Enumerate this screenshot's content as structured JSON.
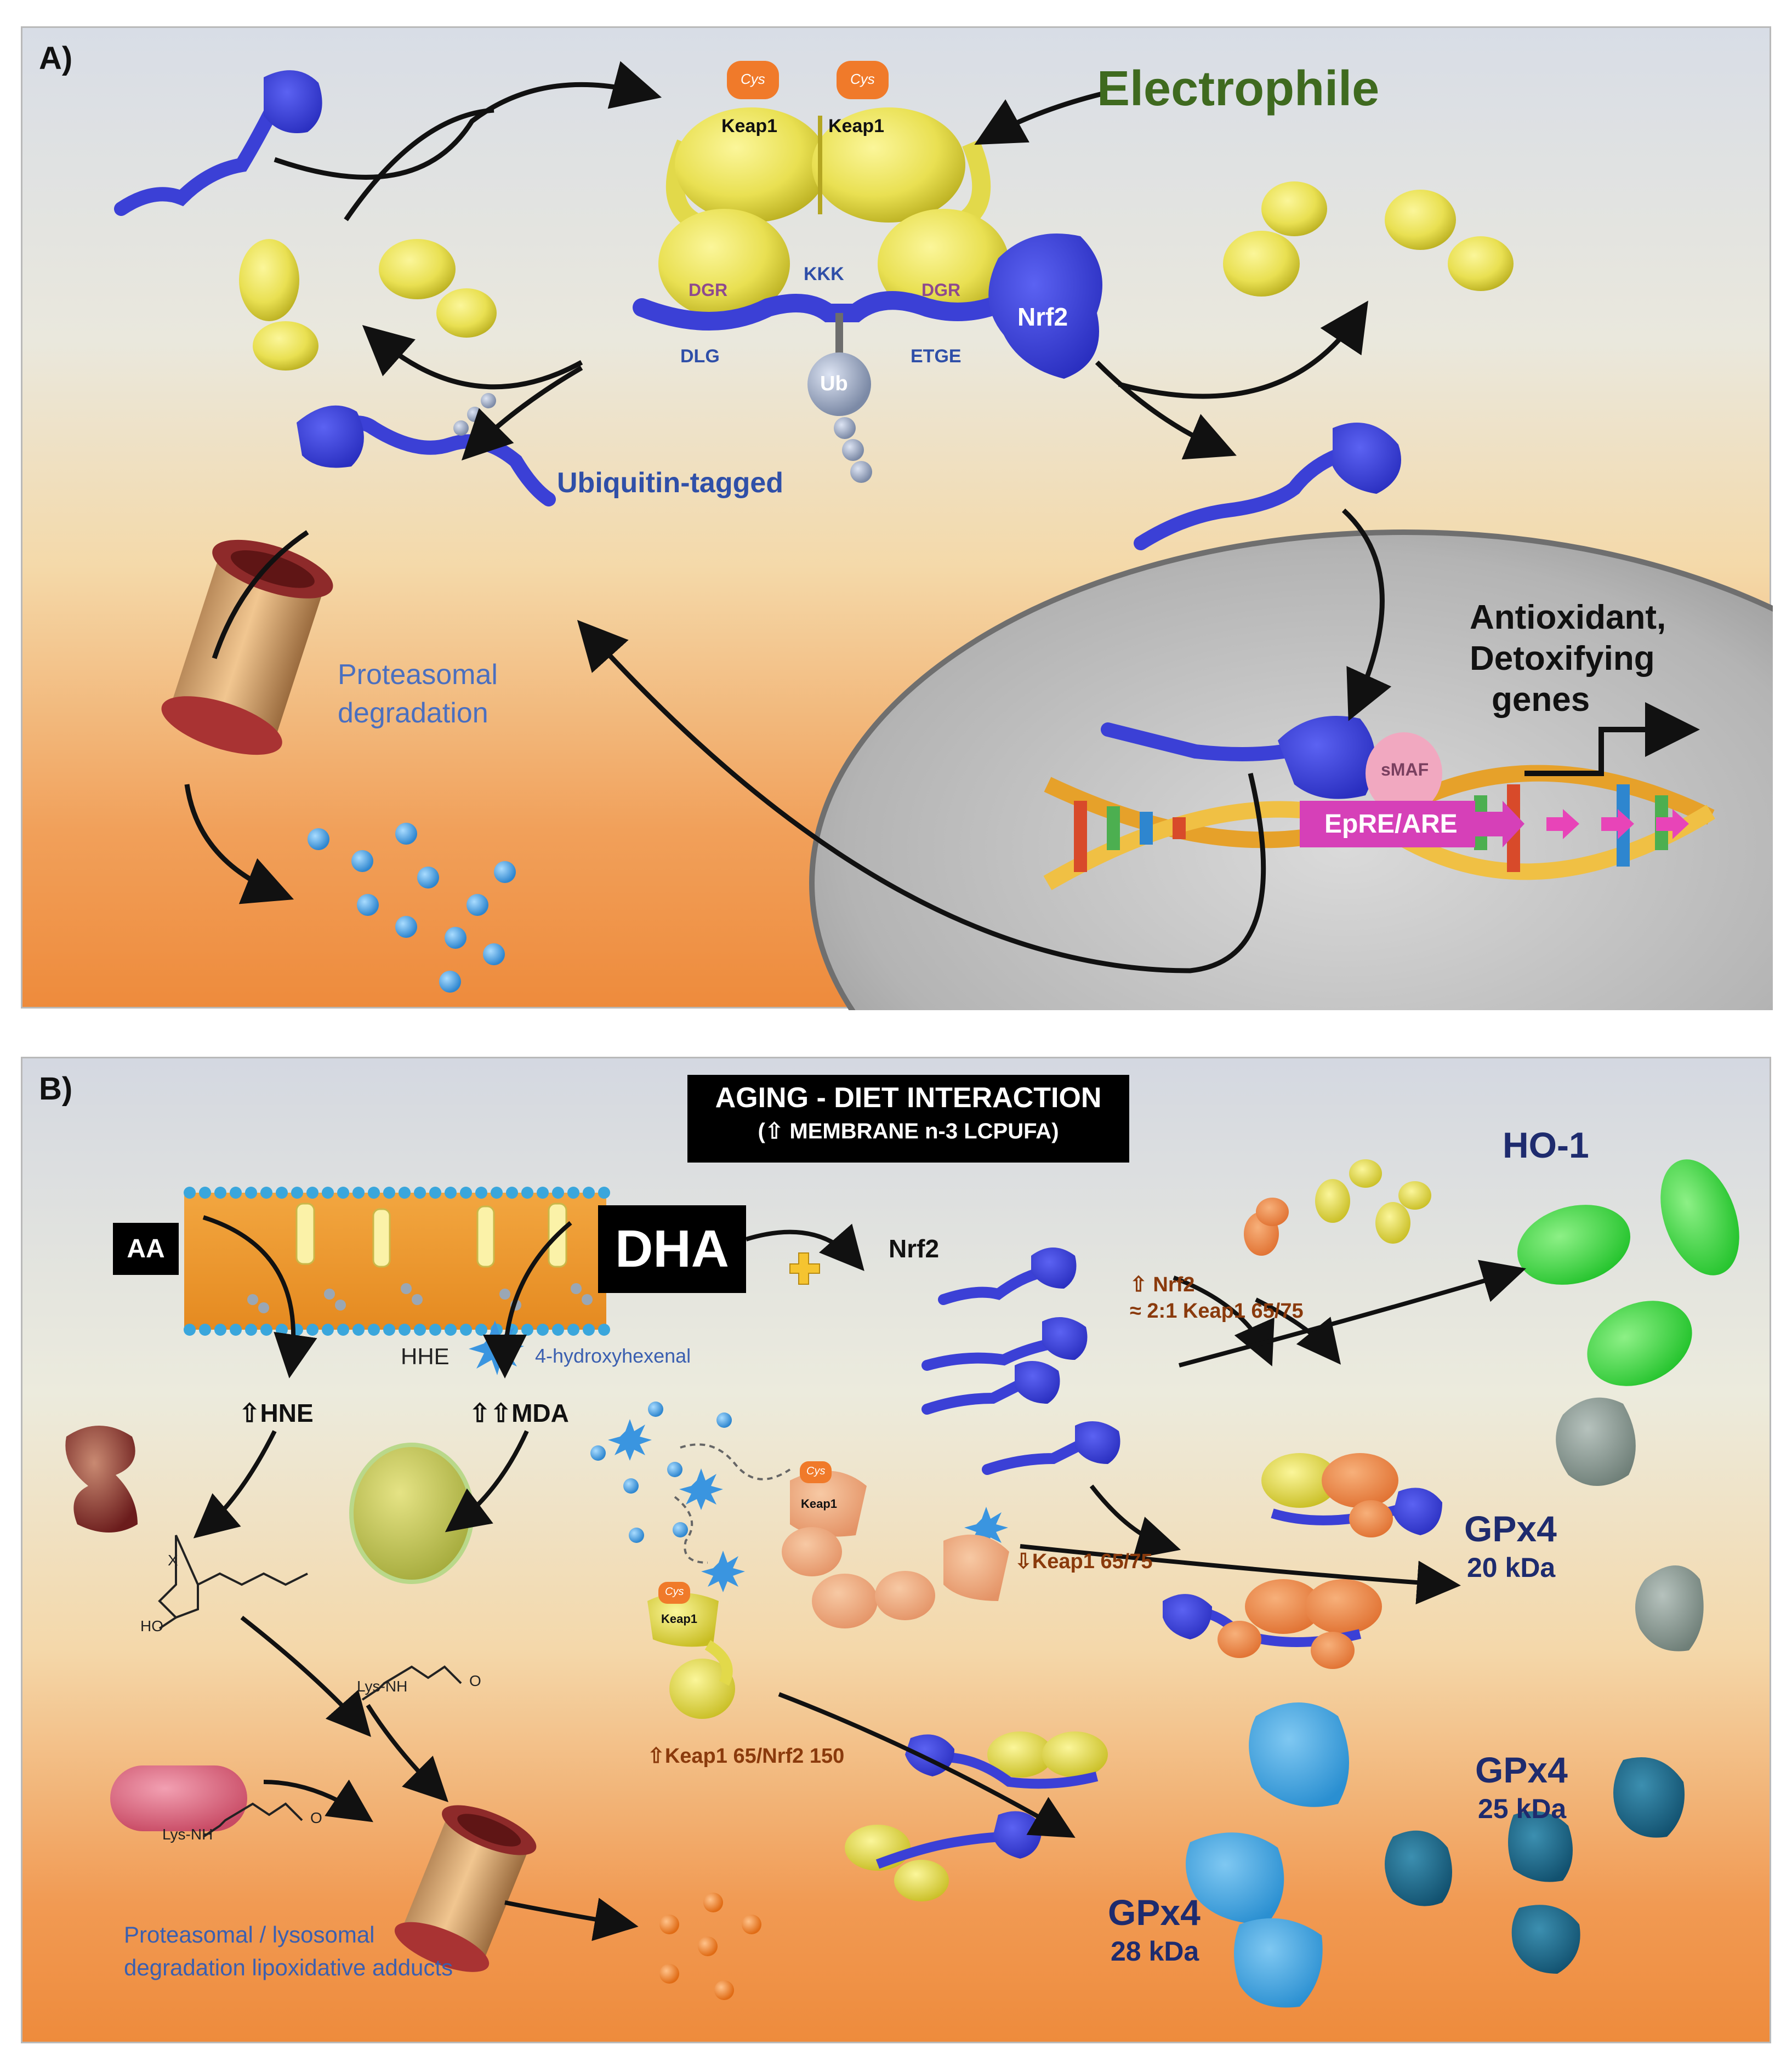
{
  "panel_a": {
    "label": "A)",
    "electrophile": "Electrophile",
    "keap1_left": "Keap1",
    "keap1_right": "Keap1",
    "cys_left": "Cys",
    "cys_right": "Cys",
    "dgr_left": "DGR",
    "dgr_right": "DGR",
    "kkk": "KKK",
    "dlg": "DLG",
    "etge": "ETGE",
    "nrf2": "Nrf2",
    "ub": "Ub",
    "ubiquitin_tagged": "Ubiquitin-tagged",
    "proteasomal_line1": "Proteasomal",
    "proteasomal_line2": "degradation",
    "genes_line1": "Antioxidant,",
    "genes_line2": "Detoxifying",
    "genes_line3": "genes",
    "smaf": "sMAF",
    "epre_are": "EpRE/ARE"
  },
  "panel_b": {
    "label": "B)",
    "title_line1": "AGING - DIET INTERACTION",
    "title_line2": "(⇧ MEMBRANE n-3 LCPUFA)",
    "aa": "AA",
    "dha": "DHA",
    "nrf2": "Nrf2",
    "hhe": "HHE",
    "hydroxyhexenal": "4-hydroxyhexenal",
    "hne": "⇧HNE",
    "mda": "⇧⇧MDA",
    "nrf2_up": "⇧ Nrf2",
    "ratio": "≈ 2:1 Keap1 65/75",
    "keap1_down": "⇩Keap1 65/75",
    "keap1_nrf2": "⇧Keap1 65/Nrf2 150",
    "keap1_a": "Keap1",
    "keap1_b": "Keap1",
    "cys_a": "Cys",
    "cys_b": "Cys",
    "ho1": "HO-1",
    "gpx4_20": "GPx4",
    "gpx4_20_kda": "20 kDa",
    "gpx4_25": "GPx4",
    "gpx4_25_kda": "25 kDa",
    "gpx4_28": "GPx4",
    "gpx4_28_kda": "28 kDa",
    "x_label": "X",
    "ho_label": "HO",
    "lys_nh_1": "Lys-NH",
    "lys_nh_2": "Lys-NH",
    "o_1": "O",
    "o_2": "O",
    "degradation_line1": "Proteasomal / lysosomal",
    "degradation_line2": "degradation lipoxidative adducts"
  }
}
